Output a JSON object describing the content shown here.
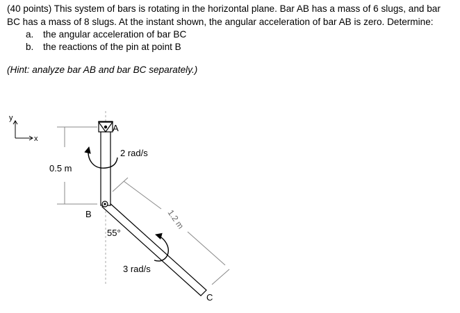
{
  "problem": {
    "statement": "(40 points) This system of bars is rotating in the horizontal plane. Bar AB has a mass of 6 slugs, and bar BC has a mass of 8 slugs. At the instant shown, the angular acceleration of bar AB is zero. Determine:",
    "items": [
      {
        "marker": "a.",
        "text": "the angular acceleration of bar BC"
      },
      {
        "marker": "b.",
        "text": "the reactions of the pin at point B"
      }
    ],
    "hint": "(Hint: analyze bar AB and bar BC separately.)"
  },
  "figure": {
    "axis_y": "y",
    "axis_x": "x",
    "dim_ab": "0.5 m",
    "dim_bc": "1.2 m",
    "label_a": "A",
    "label_b": "B",
    "label_c": "C",
    "omega_ab": "2 rad/s",
    "omega_bc": "3 rad/s",
    "angle": "55°"
  },
  "colors": {
    "ink": "#000000",
    "dimension": "#888888",
    "centerline": "#aaaaaa"
  }
}
